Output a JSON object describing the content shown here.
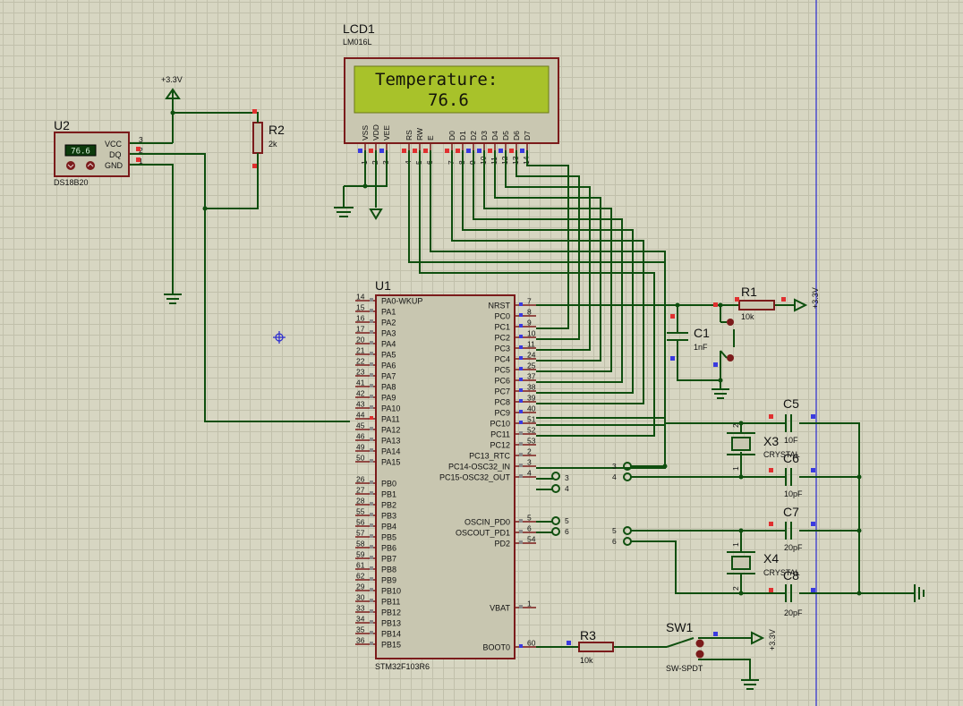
{
  "colors": {
    "wire": "#0f4f0f",
    "component": "#7b1b1b",
    "lcd_screen": "#a8c22a",
    "grid": "#c1c0ab",
    "sheet": "#d7d6c2",
    "marker_red": "#e03030",
    "marker_blue": "#3a3ae0",
    "guide": "#2a2ad0"
  },
  "lcd": {
    "ref": "LCD1",
    "part": "LM016L",
    "line1": "Temperature:",
    "line2": "76.6",
    "pins": [
      {
        "name": "VSS",
        "num": "1"
      },
      {
        "name": "VDD",
        "num": "2"
      },
      {
        "name": "VEE",
        "num": "3"
      },
      {
        "name": "RS",
        "num": "4"
      },
      {
        "name": "RW",
        "num": "5"
      },
      {
        "name": "E",
        "num": "6"
      },
      {
        "name": "D0",
        "num": "7"
      },
      {
        "name": "D1",
        "num": "8"
      },
      {
        "name": "D2",
        "num": "9"
      },
      {
        "name": "D3",
        "num": "10"
      },
      {
        "name": "D4",
        "num": "11"
      },
      {
        "name": "D5",
        "num": "12"
      },
      {
        "name": "D6",
        "num": "13"
      },
      {
        "name": "D7",
        "num": "14"
      }
    ]
  },
  "u2": {
    "ref": "U2",
    "part": "DS18B20",
    "reading": "76.6",
    "pins": [
      {
        "name": "VCC",
        "num": "3"
      },
      {
        "name": "DQ",
        "num": "2"
      },
      {
        "name": "GND",
        "num": "1"
      }
    ]
  },
  "power": {
    "vcc": "+3.3V",
    "r1_rail": "+3.3V",
    "sw_rail": "+3.3V"
  },
  "r2": {
    "ref": "R2",
    "value": "2k"
  },
  "r1": {
    "ref": "R1",
    "value": "10k"
  },
  "r3": {
    "ref": "R3",
    "value": "10k"
  },
  "c1": {
    "ref": "C1",
    "value": "1nF"
  },
  "c5": {
    "ref": "C5",
    "value": "10F"
  },
  "c6": {
    "ref": "C6",
    "value": "10pF"
  },
  "c7": {
    "ref": "C7",
    "value": "20pF"
  },
  "c8": {
    "ref": "C8",
    "value": "20pF"
  },
  "x3": {
    "ref": "X3",
    "value": "CRYSTAL"
  },
  "x4": {
    "ref": "X4",
    "value": "CRYSTAL"
  },
  "sw1": {
    "ref": "SW1",
    "part": "SW-SPDT"
  },
  "u1": {
    "ref": "U1",
    "part": "STM32F103R6",
    "left_pins": [
      {
        "num": "14",
        "name": "PA0-WKUP"
      },
      {
        "num": "15",
        "name": "PA1"
      },
      {
        "num": "16",
        "name": "PA2"
      },
      {
        "num": "17",
        "name": "PA3"
      },
      {
        "num": "20",
        "name": "PA4"
      },
      {
        "num": "21",
        "name": "PA5"
      },
      {
        "num": "22",
        "name": "PA6"
      },
      {
        "num": "23",
        "name": "PA7"
      },
      {
        "num": "41",
        "name": "PA8"
      },
      {
        "num": "42",
        "name": "PA9"
      },
      {
        "num": "43",
        "name": "PA10"
      },
      {
        "num": "44",
        "name": "PA11"
      },
      {
        "num": "45",
        "name": "PA12"
      },
      {
        "num": "46",
        "name": "PA13"
      },
      {
        "num": "49",
        "name": "PA14"
      },
      {
        "num": "50",
        "name": "PA15"
      },
      {
        "num": "26",
        "name": "PB0"
      },
      {
        "num": "27",
        "name": "PB1"
      },
      {
        "num": "28",
        "name": "PB2"
      },
      {
        "num": "55",
        "name": "PB3"
      },
      {
        "num": "56",
        "name": "PB4"
      },
      {
        "num": "57",
        "name": "PB5"
      },
      {
        "num": "58",
        "name": "PB6"
      },
      {
        "num": "59",
        "name": "PB7"
      },
      {
        "num": "61",
        "name": "PB8"
      },
      {
        "num": "62",
        "name": "PB9"
      },
      {
        "num": "29",
        "name": "PB10"
      },
      {
        "num": "30",
        "name": "PB11"
      },
      {
        "num": "33",
        "name": "PB12"
      },
      {
        "num": "34",
        "name": "PB13"
      },
      {
        "num": "35",
        "name": "PB14"
      },
      {
        "num": "36",
        "name": "PB15"
      }
    ],
    "right_pins": [
      {
        "num": "7",
        "name": "NRST"
      },
      {
        "num": "8",
        "name": "PC0"
      },
      {
        "num": "9",
        "name": "PC1"
      },
      {
        "num": "10",
        "name": "PC2"
      },
      {
        "num": "11",
        "name": "PC3"
      },
      {
        "num": "24",
        "name": "PC4"
      },
      {
        "num": "25",
        "name": "PC5"
      },
      {
        "num": "37",
        "name": "PC6"
      },
      {
        "num": "38",
        "name": "PC7"
      },
      {
        "num": "39",
        "name": "PC8"
      },
      {
        "num": "40",
        "name": "PC9"
      },
      {
        "num": "51",
        "name": "PC10"
      },
      {
        "num": "52",
        "name": "PC11"
      },
      {
        "num": "53",
        "name": "PC12"
      },
      {
        "num": "2",
        "name": "PC13_RTC"
      },
      {
        "num": "3",
        "name": "PC14-OSC32_IN"
      },
      {
        "num": "4",
        "name": "PC15-OSC32_OUT"
      },
      {
        "num": "5",
        "name": "OSCIN_PD0"
      },
      {
        "num": "6",
        "name": "OSCOUT_PD1"
      },
      {
        "num": "54",
        "name": "PD2"
      },
      {
        "num": "1",
        "name": "VBAT"
      },
      {
        "num": "60",
        "name": "BOOT0"
      }
    ]
  },
  "terminals": {
    "t3": "3",
    "t4": "4",
    "t5": "5",
    "t6": "6"
  },
  "crystal_pins": {
    "one": "1",
    "two": "2"
  }
}
